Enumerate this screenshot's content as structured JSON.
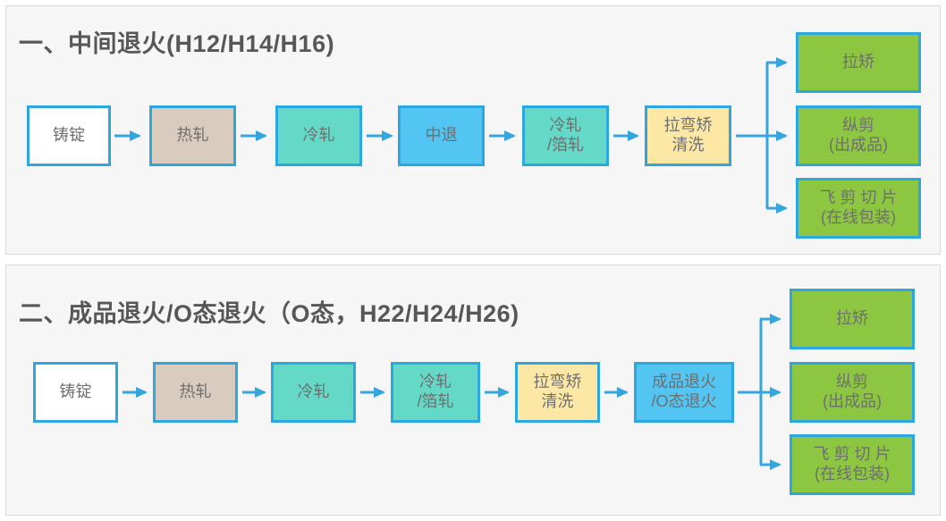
{
  "palette": {
    "accent_blue_border": "#2da7e0",
    "arrow_blue": "#35a5dd",
    "box_white": "#ffffff",
    "box_tan": "#d9cbbe",
    "box_teal": "#64d9c7",
    "box_blue": "#52c5f2",
    "box_yellow": "#fce7a4",
    "box_green": "#8dc742",
    "panel_background": "#f6f6f7",
    "panel_border": "#d9d9d9",
    "node_text": "#6e6e6e",
    "title_text": "#575757"
  },
  "sections": [
    {
      "title": "一、中间退火(H12/H14/H16)",
      "nodes": [
        "铸锭",
        "热轧",
        "冷轧",
        "中退",
        "冷轧\n/箔轧",
        "拉弯矫\n清洗"
      ],
      "outputs": [
        "拉矫",
        "纵剪\n(出成品)",
        "飞 剪 切 片\n(在线包装)"
      ]
    },
    {
      "title": "二、成品退火/O态退火（O态，H22/H24/H26)",
      "nodes": [
        "铸锭",
        "热轧",
        "冷轧",
        "冷轧\n/箔轧",
        "拉弯矫\n清洗",
        "成品退火\n/O态退火"
      ],
      "outputs": [
        "拉矫",
        "纵剪\n(出成品)",
        "飞 剪 切 片\n(在线包装)"
      ]
    }
  ]
}
